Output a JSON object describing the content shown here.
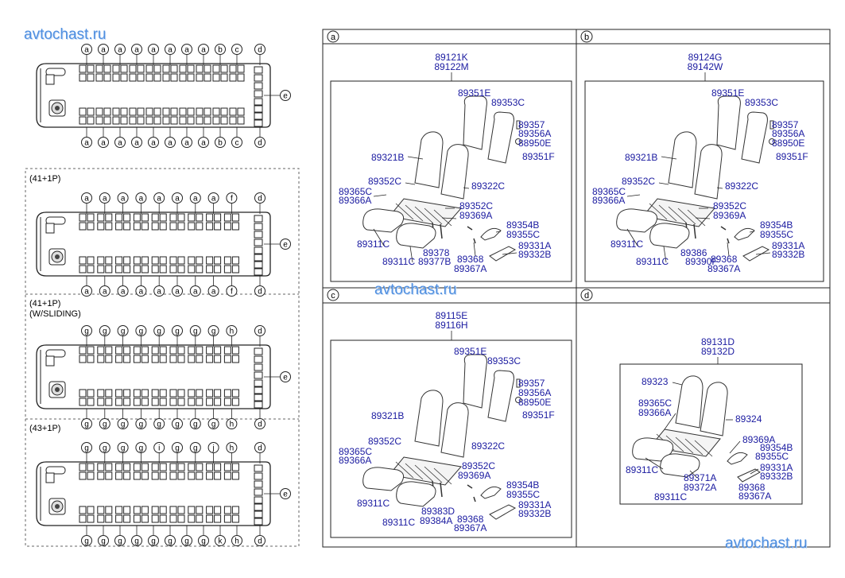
{
  "watermarks": [
    "avtochast.ru",
    "avtochast.ru",
    "avtochast.ru"
  ],
  "config_labels": {
    "cfg2": "(41+1P)",
    "cfg3_line1": "(41+1P)",
    "cfg3_line2": "(W/SLIDING)",
    "cfg4": "(43+1P)"
  },
  "bus_circles": {
    "r1_top": [
      "a",
      "a",
      "a",
      "a",
      "a",
      "a",
      "a",
      "a",
      "b",
      "c",
      "d"
    ],
    "r1_bot": [
      "a",
      "a",
      "a",
      "a",
      "a",
      "a",
      "a",
      "a",
      "b",
      "c",
      "d"
    ],
    "r1_side": "e",
    "r2_top": [
      "a",
      "a",
      "a",
      "a",
      "a",
      "a",
      "a",
      "a",
      "f",
      "d"
    ],
    "r2_bot": [
      "a",
      "a",
      "a",
      "a",
      "a",
      "a",
      "a",
      "a",
      "f",
      "d"
    ],
    "r2_side": "e",
    "r3_top": [
      "g",
      "g",
      "g",
      "g",
      "g",
      "g",
      "g",
      "g",
      "h",
      "d"
    ],
    "r3_bot": [
      "g",
      "g",
      "g",
      "g",
      "g",
      "g",
      "g",
      "g",
      "h",
      "d"
    ],
    "r3_side": "e",
    "r4_top": [
      "g",
      "g",
      "g",
      "g",
      "i",
      "g",
      "g",
      "j",
      "h",
      "d"
    ],
    "r4_bot": [
      "g",
      "g",
      "g",
      "g",
      "g",
      "g",
      "g",
      "g",
      "k",
      "h",
      "d"
    ],
    "r4_side": "e"
  },
  "panels": [
    {
      "letter": "a",
      "title": [
        "89121K",
        "89122M"
      ],
      "labels": [
        "89351E",
        "89353C",
        "89357",
        "89356A",
        "88950E",
        "89351F",
        "89321B",
        "89352C",
        "89322C",
        "89365C",
        "89366A",
        "89352C",
        "89369A",
        "89354B",
        "89355C",
        "89311C",
        "89331A",
        "89332B",
        "89311C",
        "89378",
        "89377B",
        "89368",
        "89367A"
      ]
    },
    {
      "letter": "b",
      "title": [
        "89124G",
        "89142W"
      ],
      "labels": [
        "89351E",
        "89353C",
        "89357",
        "89356A",
        "88950E",
        "89351F",
        "89321B",
        "89352C",
        "89322C",
        "89365C",
        "89366A",
        "89352C",
        "89369A",
        "89354B",
        "89355C",
        "89311C",
        "89331A",
        "89332B",
        "89311C",
        "89386",
        "89390F",
        "89368",
        "89367A"
      ]
    },
    {
      "letter": "c",
      "title": [
        "89115E",
        "89116H"
      ],
      "labels": [
        "89351E",
        "89353C",
        "89357",
        "89356A",
        "88950E",
        "89351F",
        "89321B",
        "89352C",
        "89322C",
        "89365C",
        "89366A",
        "89352C",
        "89369A",
        "89354B",
        "89355C",
        "89311C",
        "89331A",
        "89332B",
        "89311C",
        "89383D",
        "89384A",
        "89368",
        "89367A"
      ]
    },
    {
      "letter": "d",
      "title": [
        "89131D",
        "89132D"
      ],
      "labels": [
        "89323",
        "89365C",
        "89366A",
        "89324",
        "89369A",
        "89354B",
        "89355C",
        "89311C",
        "89371A",
        "89331A",
        "89332B",
        "89372A",
        "89311C",
        "89368",
        "89367A"
      ]
    }
  ]
}
